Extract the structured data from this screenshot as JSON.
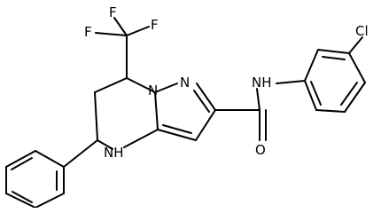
{
  "molecule": {
    "atom_labels": {
      "fluorine_1": "F",
      "fluorine_2": "F",
      "fluorine_3": "F",
      "chlorine": "Cl",
      "pyrazole_nitrogen": "N",
      "bridge_nitrogen": "N",
      "amide_nh": "NH",
      "ring_nh": "NH",
      "carbonyl_oxygen": "O"
    }
  }
}
